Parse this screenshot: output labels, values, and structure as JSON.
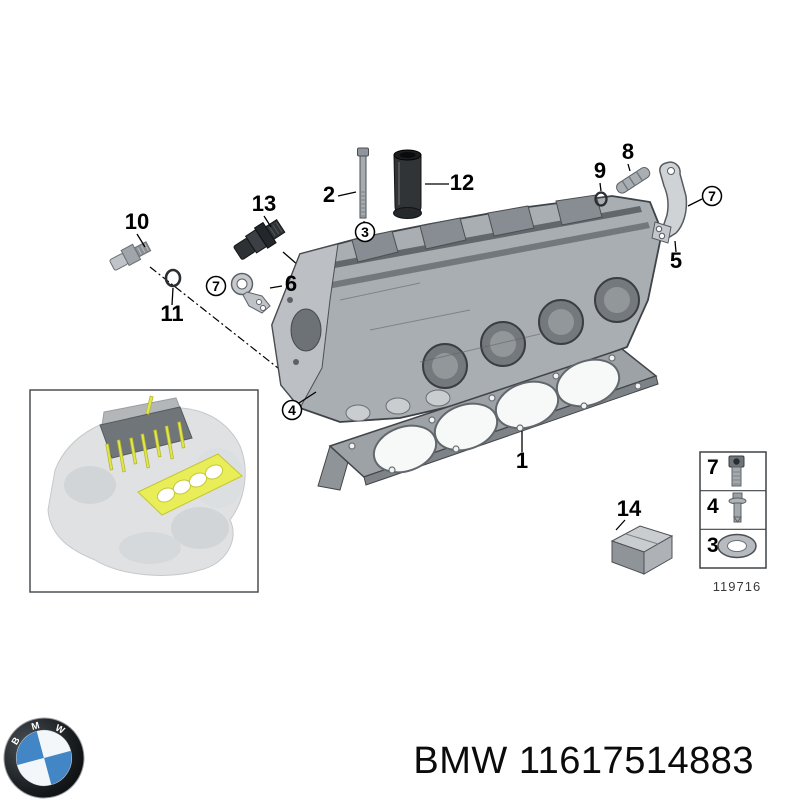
{
  "diagram": {
    "drawing_number": "119716",
    "callouts": {
      "n1": "1",
      "n2": "2",
      "n3": "3",
      "n4": "4",
      "n5": "5",
      "n6": "6",
      "n7_left": "7",
      "n7_right": "7",
      "n8": "8",
      "n9": "9",
      "n10": "10",
      "n11": "11",
      "n12": "12",
      "n13": "13",
      "n14": "14"
    },
    "legend": {
      "rows": [
        {
          "ref": "7",
          "icon": "socket-head-bolt-icon"
        },
        {
          "ref": "4",
          "icon": "flange-bolt-icon"
        },
        {
          "ref": "3",
          "icon": "washer-icon"
        }
      ]
    }
  },
  "footer": {
    "part_text": "BMW 11617514883",
    "logo": {
      "b": "B",
      "m": "M",
      "w": "W"
    },
    "colors": {
      "bmw_blue": "#4386c6",
      "roundel_black": "#1a1e21"
    }
  }
}
